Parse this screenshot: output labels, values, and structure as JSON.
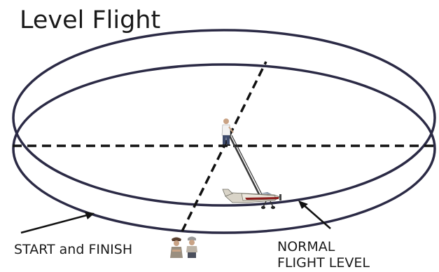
{
  "diagram": {
    "title": "Level Flight",
    "labels": {
      "start_finish": "START and FINISH",
      "normal_level_line1": "NORMAL",
      "normal_level_line2": "FLIGHT LEVEL"
    }
  },
  "colors": {
    "ellipse_stroke": "#2b2a45",
    "dashed_line": "#111111",
    "control_line": "#3a3a3a",
    "aircraft_body": "#d9d4c8",
    "aircraft_accent": "#8b1a1a",
    "pilot_shirt": "#f2f2f2",
    "pilot_pants": "#3d4a6b",
    "spectator_jacket": "#9a8f80",
    "spectator_hat": "#5a4030"
  },
  "icons": {
    "pilot": "pilot-figure-icon",
    "aircraft": "control-line-aircraft-icon",
    "spectators": "spectators-icon"
  }
}
